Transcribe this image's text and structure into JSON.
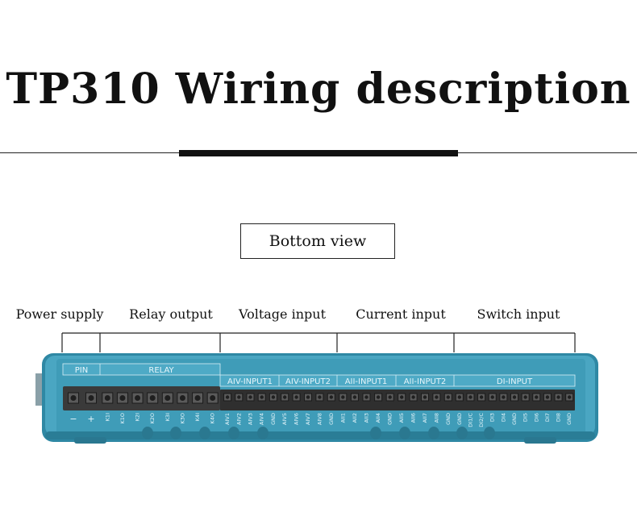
{
  "title": "TP310 Wiring description",
  "view_label": "Bottom view",
  "categories": [
    {
      "label": "Power supply"
    },
    {
      "label": "Relay output"
    },
    {
      "label": "Voltage input"
    },
    {
      "label": "Current input"
    },
    {
      "label": "Switch input"
    }
  ],
  "device": {
    "headers": {
      "pin": "PIN",
      "relay": "RELAY",
      "aiv1": "AIV-INPUT1",
      "aiv2": "AIV-INPUT2",
      "aii1": "AII-INPUT1",
      "aii2": "AII-INPUT2",
      "di": "DI-INPUT"
    },
    "pins": {
      "power": [
        "−",
        "+"
      ],
      "relay": [
        "K1I",
        "K1O",
        "K2I",
        "K2O",
        "K3I",
        "K3O",
        "K4I",
        "K4O"
      ],
      "aiv1": [
        "AIV1",
        "AIV2",
        "AIV3",
        "AIV4",
        "GND"
      ],
      "aiv2": [
        "AIV5",
        "AIV6",
        "AIV7",
        "AIV8",
        "GND"
      ],
      "aii1": [
        "AII1",
        "AII2",
        "AII3",
        "AII4",
        "GND"
      ],
      "aii2": [
        "AII5",
        "AII6",
        "AII7",
        "AII8",
        "GND"
      ],
      "di": [
        "GND",
        "DI1/C",
        "DI2/C",
        "DI3",
        "DI4",
        "GND",
        "DI5",
        "DI6",
        "DI7",
        "DI8",
        "GND"
      ]
    },
    "colors": {
      "body": "#3f9cb8",
      "body_dark": "#2d7f99",
      "terminal": "#2b2b2b"
    }
  }
}
